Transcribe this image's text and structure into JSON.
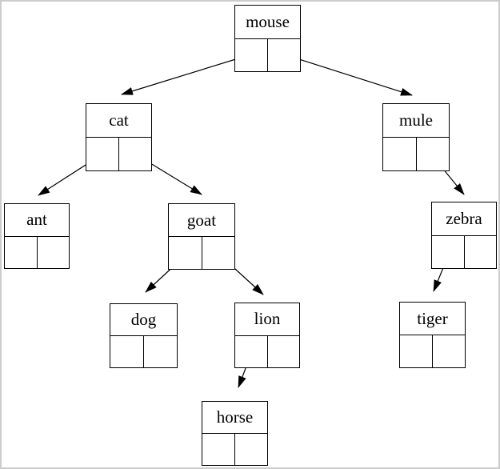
{
  "diagram": {
    "type": "binary-tree",
    "colors": {
      "line": "#000000",
      "box_border": "#000000",
      "page_border": "#cccccc",
      "background": "#ffffff"
    },
    "nodes": [
      {
        "id": "mouse",
        "label": "mouse",
        "left_child": "cat",
        "right_child": "mule"
      },
      {
        "id": "cat",
        "label": "cat",
        "left_child": "ant",
        "right_child": "goat"
      },
      {
        "id": "mule",
        "label": "mule",
        "left_child": null,
        "right_child": "zebra"
      },
      {
        "id": "ant",
        "label": "ant",
        "left_child": null,
        "right_child": null
      },
      {
        "id": "goat",
        "label": "goat",
        "left_child": "dog",
        "right_child": "lion"
      },
      {
        "id": "zebra",
        "label": "zebra",
        "left_child": "tiger",
        "right_child": null
      },
      {
        "id": "dog",
        "label": "dog",
        "left_child": null,
        "right_child": null
      },
      {
        "id": "lion",
        "label": "lion",
        "left_child": "horse",
        "right_child": null
      },
      {
        "id": "tiger",
        "label": "tiger",
        "left_child": null,
        "right_child": null
      },
      {
        "id": "horse",
        "label": "horse",
        "left_child": null,
        "right_child": null
      }
    ],
    "edges": [
      {
        "from": "mouse",
        "pointer": "left",
        "to": "cat"
      },
      {
        "from": "mouse",
        "pointer": "right",
        "to": "mule"
      },
      {
        "from": "cat",
        "pointer": "left",
        "to": "ant"
      },
      {
        "from": "cat",
        "pointer": "right",
        "to": "goat"
      },
      {
        "from": "mule",
        "pointer": "right",
        "to": "zebra"
      },
      {
        "from": "goat",
        "pointer": "left",
        "to": "dog"
      },
      {
        "from": "goat",
        "pointer": "right",
        "to": "lion"
      },
      {
        "from": "zebra",
        "pointer": "left",
        "to": "tiger"
      },
      {
        "from": "lion",
        "pointer": "left",
        "to": "horse"
      }
    ]
  }
}
